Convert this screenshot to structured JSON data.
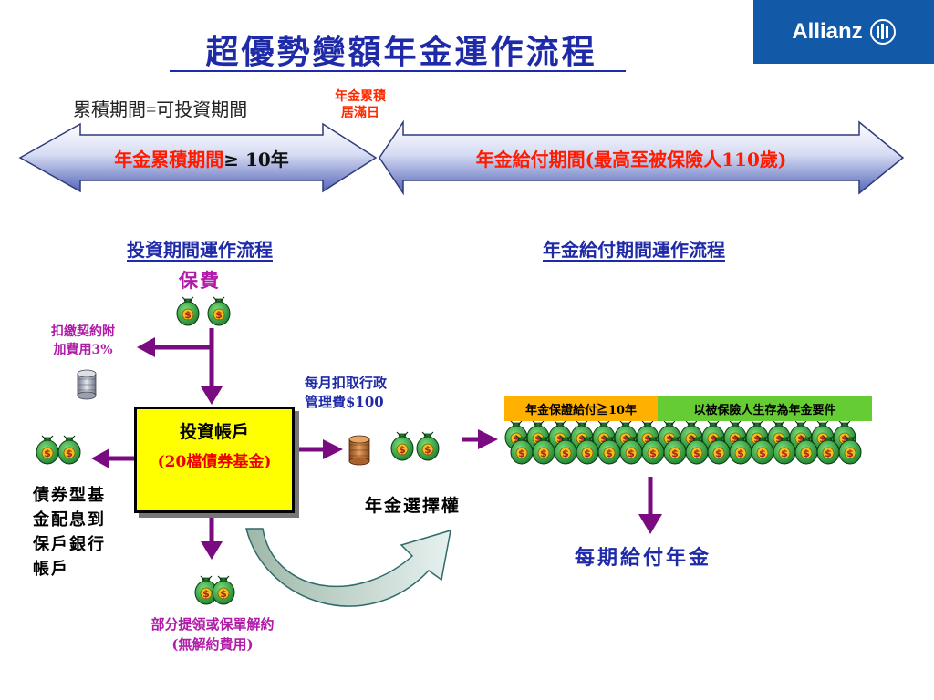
{
  "title": "超優勢變額年金運作流程",
  "brand": "Allianz",
  "top_labels": {
    "accumulation_eq": "累積期間=可投資期間",
    "start_line1": "年金累積",
    "start_line2": "居滿日"
  },
  "left_arrow": {
    "text_red": "年金累積期間",
    "text_dark": " ≥ 10年"
  },
  "right_arrow": {
    "text": "年金給付期間(最高至被保險人110歲)"
  },
  "subheads": {
    "left": "投資期間運作流程",
    "right": "年金給付期間運作流程"
  },
  "premium_label": "保費",
  "deduct_fee": {
    "line1": "扣繳契約附",
    "line2": "加費用3%"
  },
  "admin_fee": {
    "line1": "每月扣取行政",
    "line2": "管理費$100"
  },
  "investment_account": {
    "title": "投資帳戶",
    "subtitle": "(20檔債券基金)"
  },
  "annuity_bands": {
    "guaranteed": "年金保證給付≧10年",
    "survival": "以被保險人生存為年金要件"
  },
  "bond_dividend": {
    "line1": "債券型基",
    "line2": "金配息到",
    "line3": "保戶銀行",
    "line4": "帳戶"
  },
  "annuity_option": "年金選擇權",
  "periodic_payment": "每期給付年金",
  "withdrawal": {
    "line1": "部分提領或保單解約",
    "line2": "(無解約費用)"
  },
  "colors": {
    "title_blue": "#1f2aa8",
    "logo_blue": "#1259a8",
    "flow_purple": "#7a0a80",
    "box_yellow": "#ffff00",
    "band_orange": "#ffb000",
    "band_green": "#66cc33",
    "money_green": "#3ca84a"
  },
  "icons": [
    "money-bag-icon",
    "coin-stack-icon",
    "silver-coin-stack-icon"
  ]
}
